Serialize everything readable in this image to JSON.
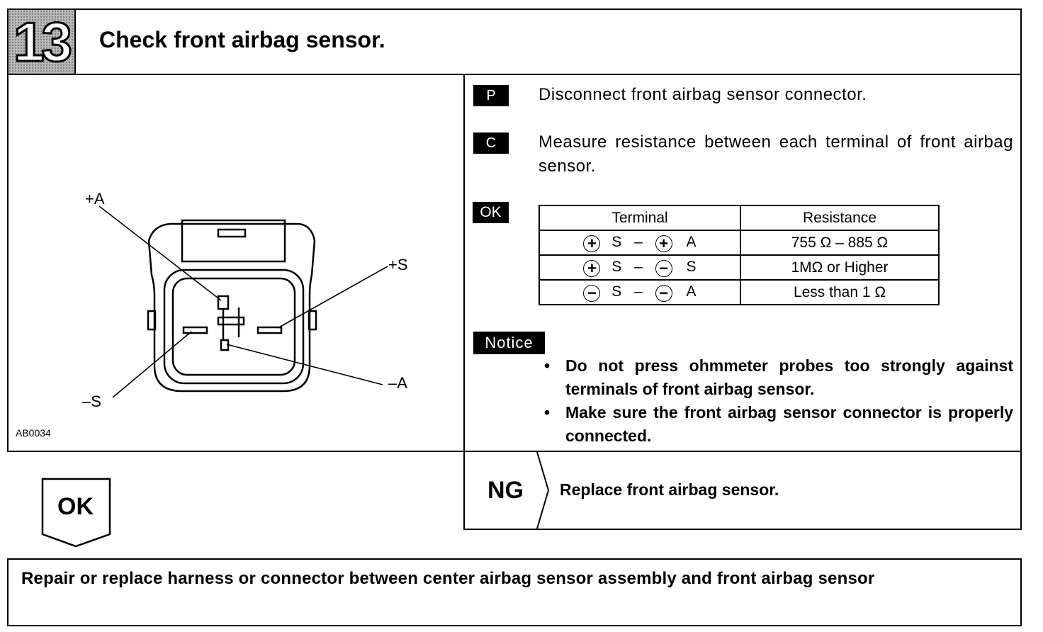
{
  "header": {
    "step_number": "13",
    "title": "Check front airbag sensor."
  },
  "diagram": {
    "figure_id": "AB0034",
    "labels": {
      "plus_a": "+A",
      "plus_s": "+S",
      "minus_s": "–S",
      "minus_a": "–A"
    }
  },
  "steps": [
    {
      "tag": "P",
      "text": "Disconnect front airbag sensor connector."
    },
    {
      "tag": "C",
      "text": "Measure resistance between each terminal of front airbag sensor."
    }
  ],
  "ok_block": {
    "tag": "OK",
    "table": {
      "headers": [
        "Terminal",
        "Resistance"
      ],
      "rows": [
        {
          "t1_sign": "+",
          "t1": "S",
          "t2_sign": "+",
          "t2": "A",
          "dash": "–",
          "value": "755 Ω – 885 Ω"
        },
        {
          "t1_sign": "+",
          "t1": "S",
          "t2_sign": "−",
          "t2": "S",
          "dash": "–",
          "value": "1MΩ or Higher"
        },
        {
          "t1_sign": "−",
          "t1": "S",
          "t2_sign": "−",
          "t2": "A",
          "dash": "–",
          "value": "Less than 1 Ω"
        }
      ]
    }
  },
  "notice": {
    "tag": "Notice",
    "bullet": "•",
    "items": [
      "Do not press ohmmeter probes too strongly against terminals of front airbag sensor.",
      "Make sure the front airbag sensor connector is properly connected."
    ]
  },
  "ng": {
    "label": "NG",
    "text": "Replace front airbag sensor."
  },
  "ok_arrow": {
    "label": "OK"
  },
  "final": {
    "text": "Repair or replace harness or connector between center airbag sensor assembly and front airbag sensor"
  }
}
